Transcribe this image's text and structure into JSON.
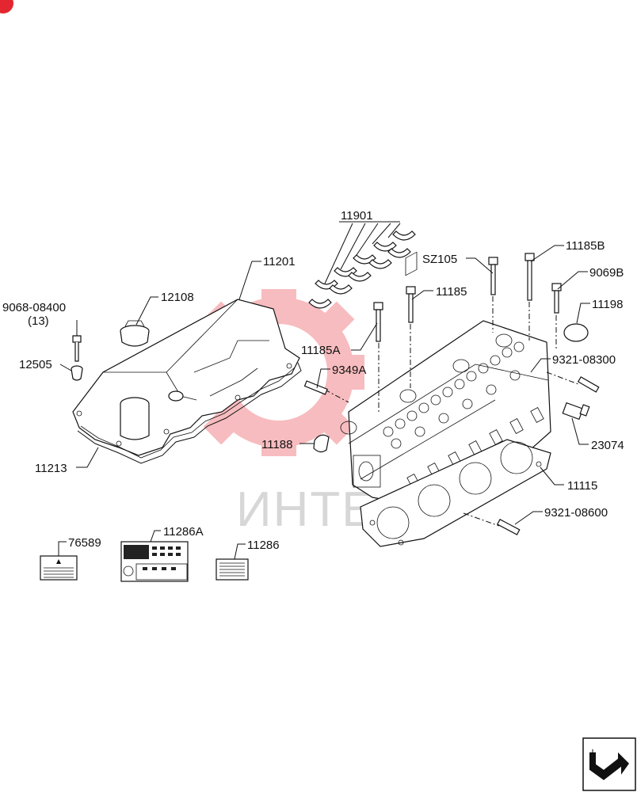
{
  "diagram": {
    "watermark_text": "ИНТЕ",
    "labels": {
      "p11901": "11901",
      "p11201": "11201",
      "p12108": "12108",
      "p9068": "9068-08400",
      "p9068_qty": "(13)",
      "p12505": "12505",
      "p11213": "11213",
      "pSZ105": "SZ105",
      "p11185B": "11185B",
      "p9069B": "9069B",
      "p11185": "11185",
      "p11198": "11198",
      "p11185A": "11185A",
      "p9321_08300": "9321-08300",
      "p9349A": "9349A",
      "p11188": "11188",
      "p23074": "23074",
      "p11115": "11115",
      "p9321_08600": "9321-08600",
      "p76589": "76589",
      "p11286A": "11286A",
      "p11286": "11286"
    },
    "colors": {
      "line": "#111111",
      "watermark_gear": "#e8333a",
      "watermark_text": "#d7d7d7",
      "corner_badge": "#e3262f"
    },
    "nav_icon": "next-page-arrow-icon"
  }
}
